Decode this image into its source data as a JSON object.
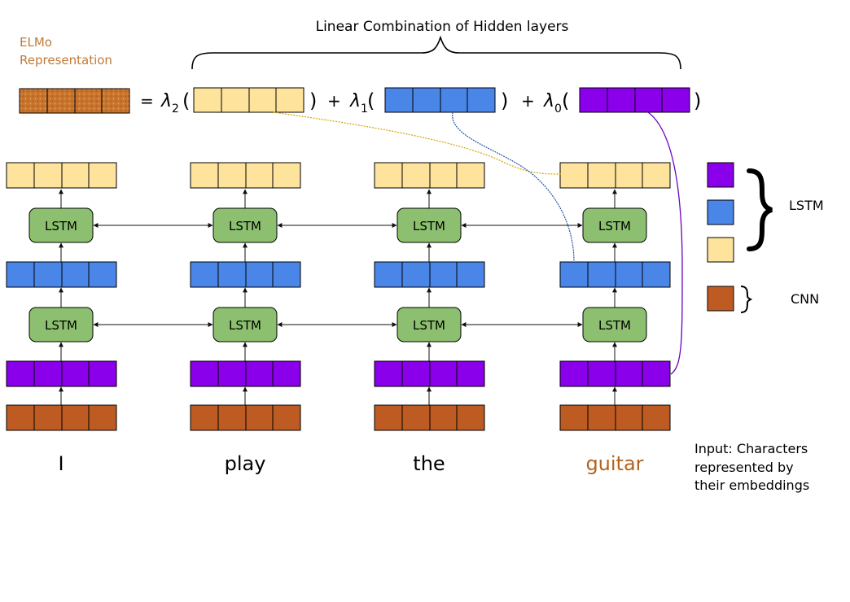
{
  "title": "Linear Combination of Hidden layers",
  "elmo_label": [
    "ELMo",
    "Representation"
  ],
  "equation": {
    "equals": "=",
    "plus": "+",
    "open_paren": "(",
    "close_paren": ")",
    "terms": [
      {
        "lambda": "λ",
        "subscript": "2"
      },
      {
        "lambda": "λ",
        "subscript": "1"
      },
      {
        "lambda": "λ",
        "subscript": "0"
      }
    ]
  },
  "lstm_label": "LSTM",
  "words": [
    {
      "text": "I",
      "highlight": false
    },
    {
      "text": "play",
      "highlight": false
    },
    {
      "text": "the",
      "highlight": false
    },
    {
      "text": "guitar",
      "highlight": true
    }
  ],
  "legend": {
    "lstm": "LSTM",
    "cnn": "CNN"
  },
  "input_note": [
    "Input: Characters",
    "represented by",
    "their embeddings"
  ],
  "colors": {
    "yellow": "#fde39c",
    "blue": "#4a86e8",
    "purple": "#8a00ea",
    "orange": "#be5b22",
    "elmo": "#c8742c",
    "lstm_green": "#8cbf6f",
    "word_highlight": "#b4621d",
    "elmo_text": "#c07a3a",
    "curve_yellow": "#d8a200",
    "curve_blue": "#2a56a8",
    "curve_purple": "#6a00c0"
  }
}
